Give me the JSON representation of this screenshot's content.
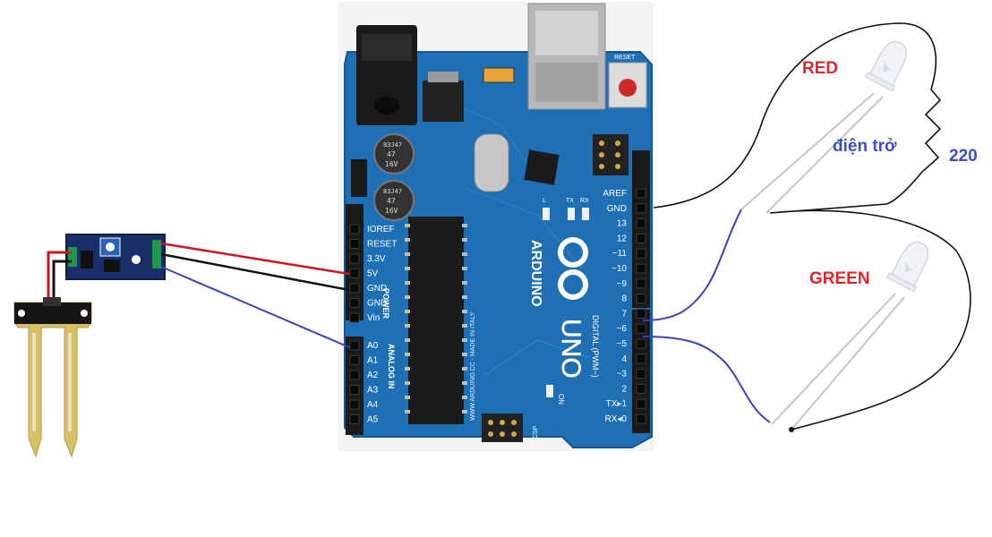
{
  "labels": {
    "red_led": "RED",
    "green_led": "GREEN",
    "resistor_label": "điện trở",
    "resistor_value": "220"
  },
  "board": {
    "power_pins": [
      "IOREF",
      "RESET",
      "3.3V",
      "5V",
      "GND",
      "GND",
      "Vin"
    ],
    "power_header": "POWER",
    "analog_pins": [
      "A0",
      "A1",
      "A2",
      "A3",
      "A4",
      "A5"
    ],
    "analog_header": "ANALOG IN",
    "digital_pins": [
      "AREF",
      "GND",
      "13",
      "12",
      "~11",
      "~10",
      "~9",
      "8",
      "7",
      "~6",
      "~5",
      "4",
      "~3",
      "2",
      "TX▸1",
      "RX◂0"
    ],
    "digital_header": "DIGITAL (PWM~)",
    "brand": "ARDUINO",
    "model": "UNO",
    "on_label": "ON",
    "reset_label": "RESET",
    "icsp_label": "ICSP",
    "made_in": "WWW.ARDUINO.CC - MADE IN ITALY",
    "cap_text": [
      "83J47",
      "47",
      "16V"
    ],
    "tx_label": "TX",
    "rx_label": "RX",
    "l_label": "L"
  },
  "colors": {
    "board_blue": "#1d6fb6",
    "wire_red": "#d0141e",
    "wire_black": "#111111",
    "wire_blue": "#3a3fc4",
    "label_red": "#e0262b",
    "label_blue": "#3c4fc8",
    "probe_gold": "#d8c067"
  }
}
